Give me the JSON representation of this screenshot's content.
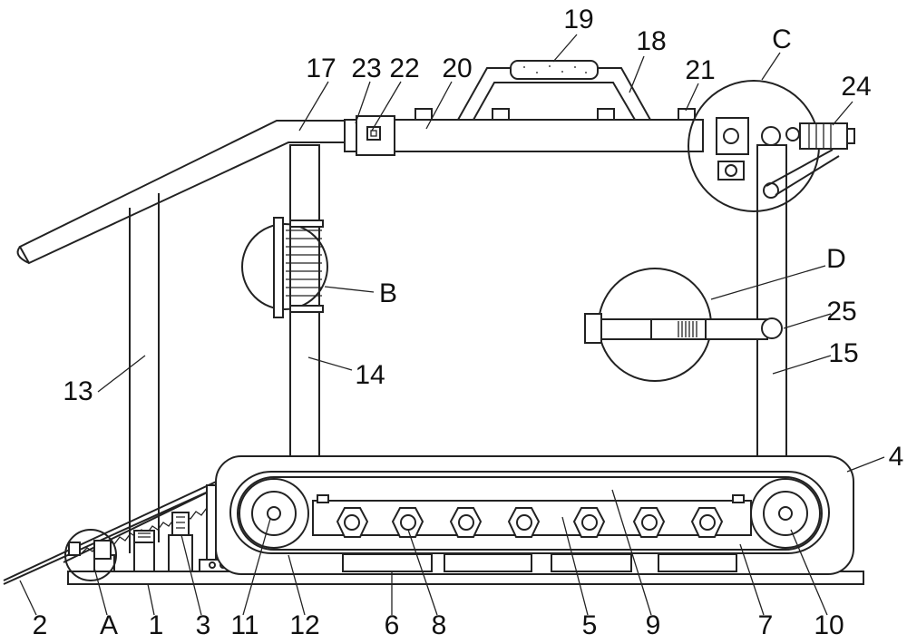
{
  "callouts": [
    {
      "id": "2",
      "text": "2"
    },
    {
      "id": "A",
      "text": "A"
    },
    {
      "id": "1",
      "text": "1"
    },
    {
      "id": "3",
      "text": "3"
    },
    {
      "id": "11",
      "text": "11"
    },
    {
      "id": "12",
      "text": "12"
    },
    {
      "id": "6",
      "text": "6"
    },
    {
      "id": "8",
      "text": "8"
    },
    {
      "id": "5",
      "text": "5"
    },
    {
      "id": "9",
      "text": "9"
    },
    {
      "id": "7",
      "text": "7"
    },
    {
      "id": "10",
      "text": "10"
    },
    {
      "id": "4",
      "text": "4"
    },
    {
      "id": "13",
      "text": "13"
    },
    {
      "id": "14",
      "text": "14"
    },
    {
      "id": "15",
      "text": "15"
    },
    {
      "id": "B",
      "text": "B"
    },
    {
      "id": "D",
      "text": "D"
    },
    {
      "id": "25",
      "text": "25"
    },
    {
      "id": "17",
      "text": "17"
    },
    {
      "id": "23",
      "text": "23"
    },
    {
      "id": "22",
      "text": "22"
    },
    {
      "id": "20",
      "text": "20"
    },
    {
      "id": "19",
      "text": "19"
    },
    {
      "id": "18",
      "text": "18"
    },
    {
      "id": "21",
      "text": "21"
    },
    {
      "id": "C",
      "text": "C"
    },
    {
      "id": "24",
      "text": "24"
    }
  ]
}
